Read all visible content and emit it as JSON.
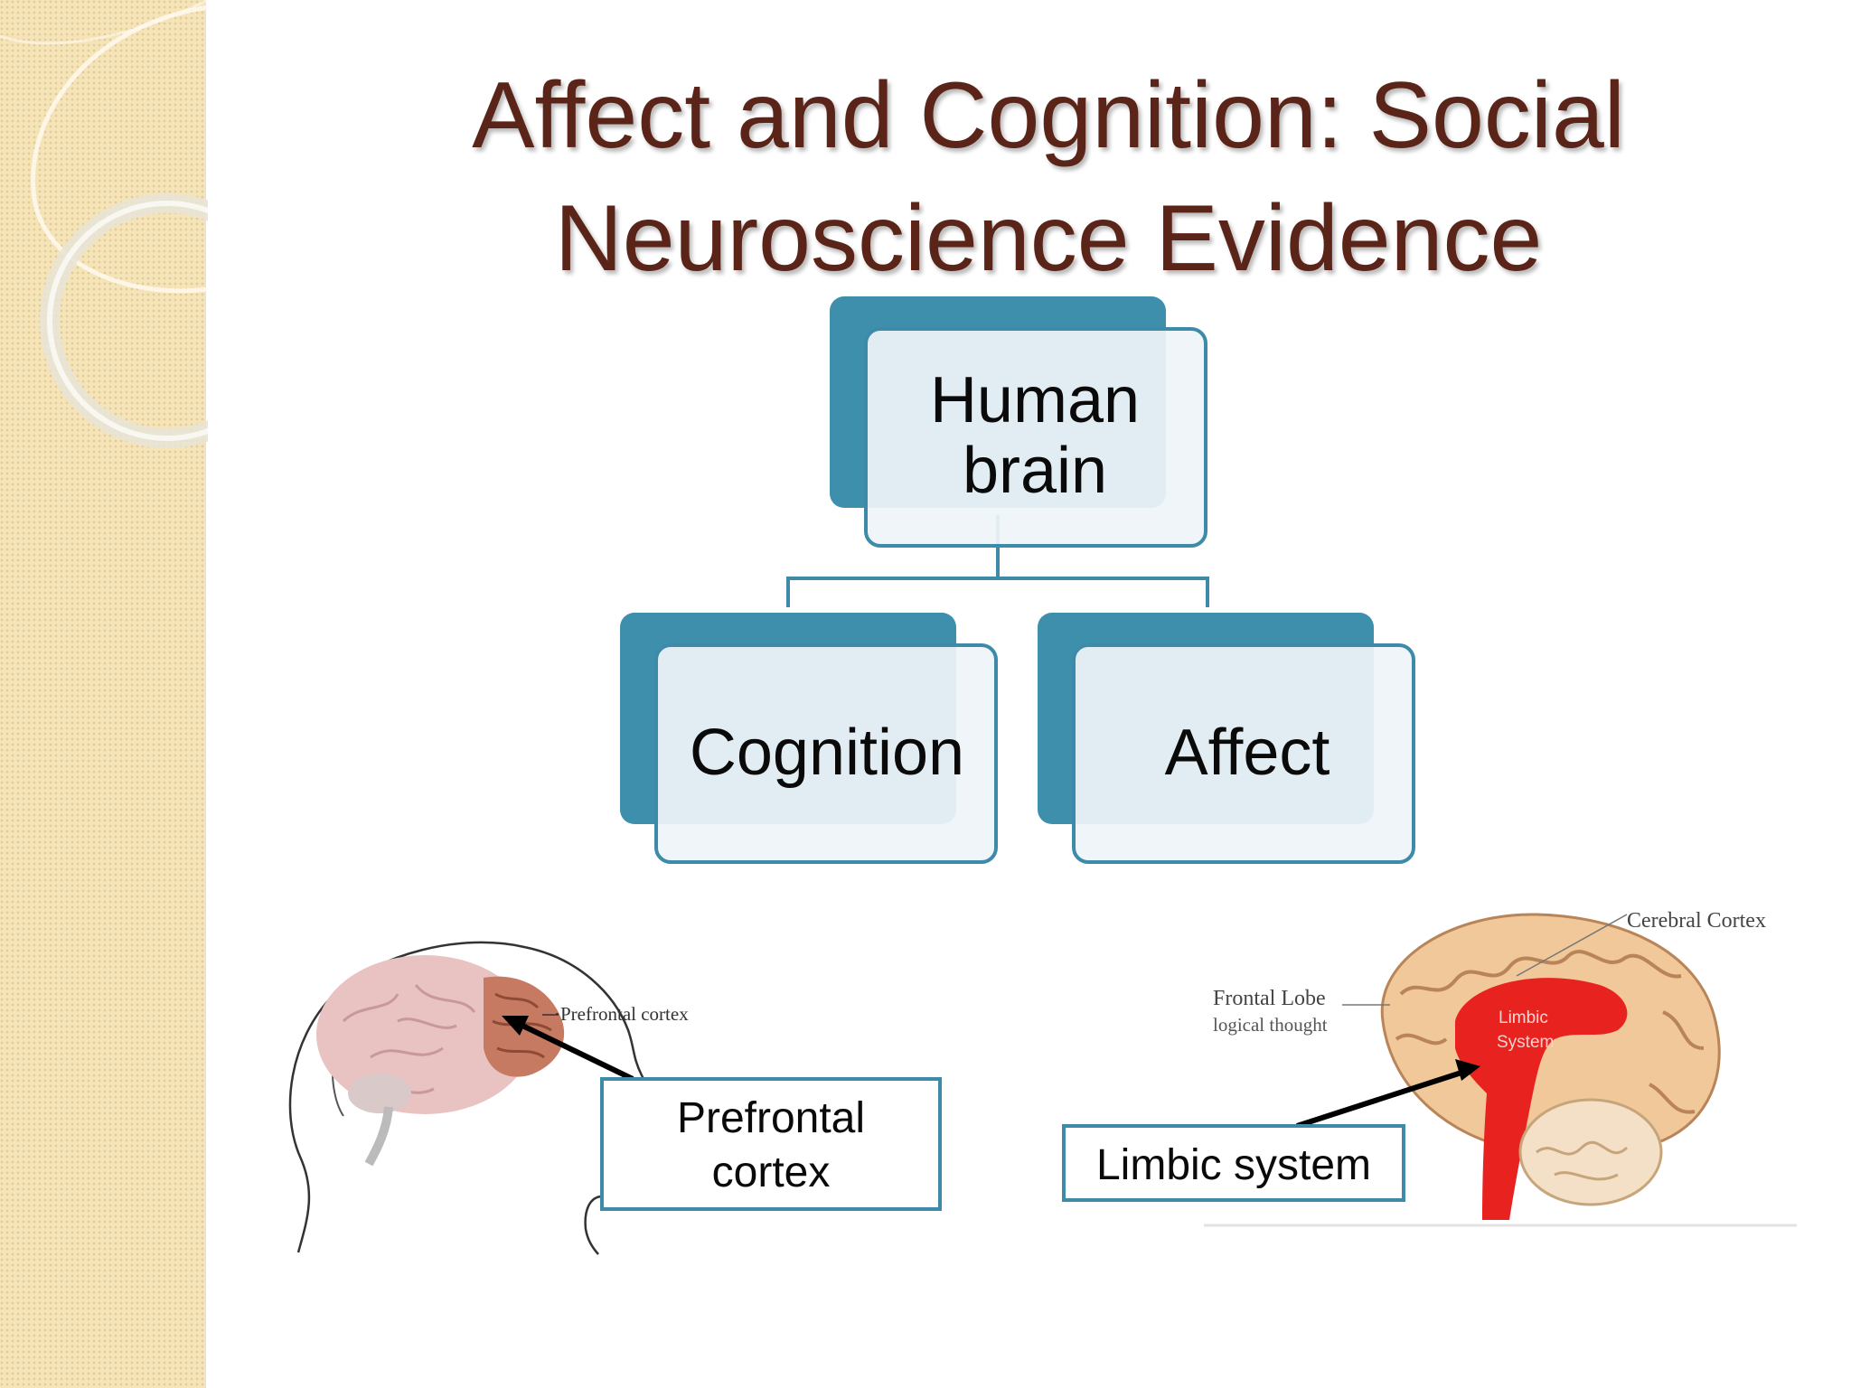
{
  "slide": {
    "title_line1": "Affect and Cognition: Social",
    "title_line2": "Neuroscience Evidence"
  },
  "diagram": {
    "root": {
      "line1": "Human",
      "line2": "brain"
    },
    "children": [
      {
        "label": "Cognition"
      },
      {
        "label": "Affect"
      }
    ]
  },
  "figures": {
    "head": {
      "label": "Prefrontal cortex"
    },
    "brain": {
      "cerebral_cortex": "Cerebral Cortex",
      "frontal_lobe": "Frontal Lobe",
      "frontal_lobe_note": "logical thought",
      "limbic_line1": "Limbic",
      "limbic_line2": "System"
    }
  },
  "callouts": {
    "prefrontal_line1": "Prefrontal",
    "prefrontal_line2": "cortex",
    "limbic": "Limbic system"
  },
  "colors": {
    "title": "#5a2418",
    "node_dark": "#3e8fac",
    "node_light": "#eef4f9",
    "limbic_red": "#e8231f",
    "side_band": "#f5e4b8"
  }
}
